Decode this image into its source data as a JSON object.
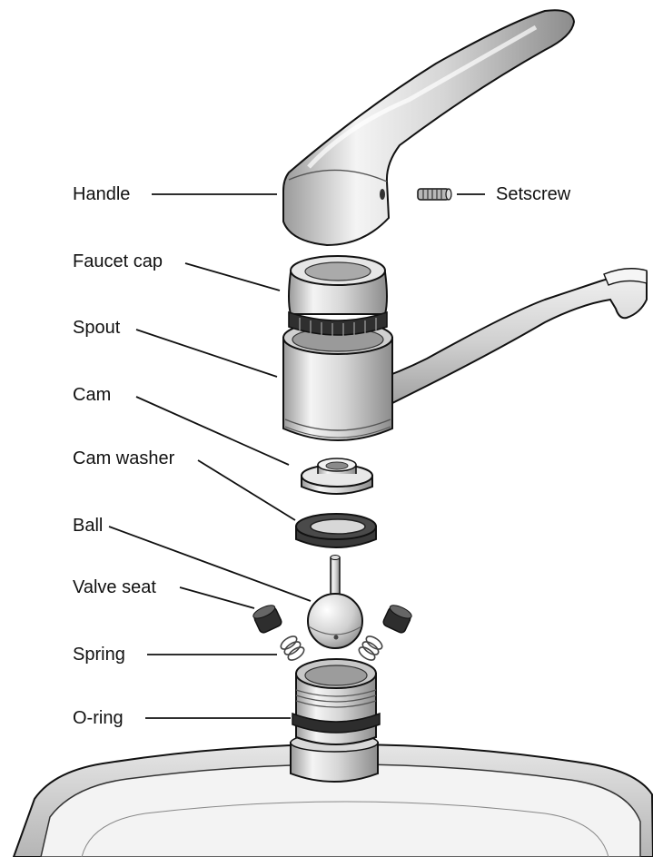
{
  "labels": {
    "handle": "Handle",
    "setscrew": "Setscrew",
    "faucet_cap": "Faucet cap",
    "spout": "Spout",
    "cam": "Cam",
    "cam_washer": "Cam washer",
    "ball": "Ball",
    "valve_seat": "Valve seat",
    "spring": "Spring",
    "o_ring": "O-ring"
  },
  "colors": {
    "metal_light": "#f0f0f0",
    "metal_mid": "#cfcfcf",
    "metal_dark": "#8a8a8a",
    "rubber": "#3a3a3a",
    "outline": "#111111"
  }
}
